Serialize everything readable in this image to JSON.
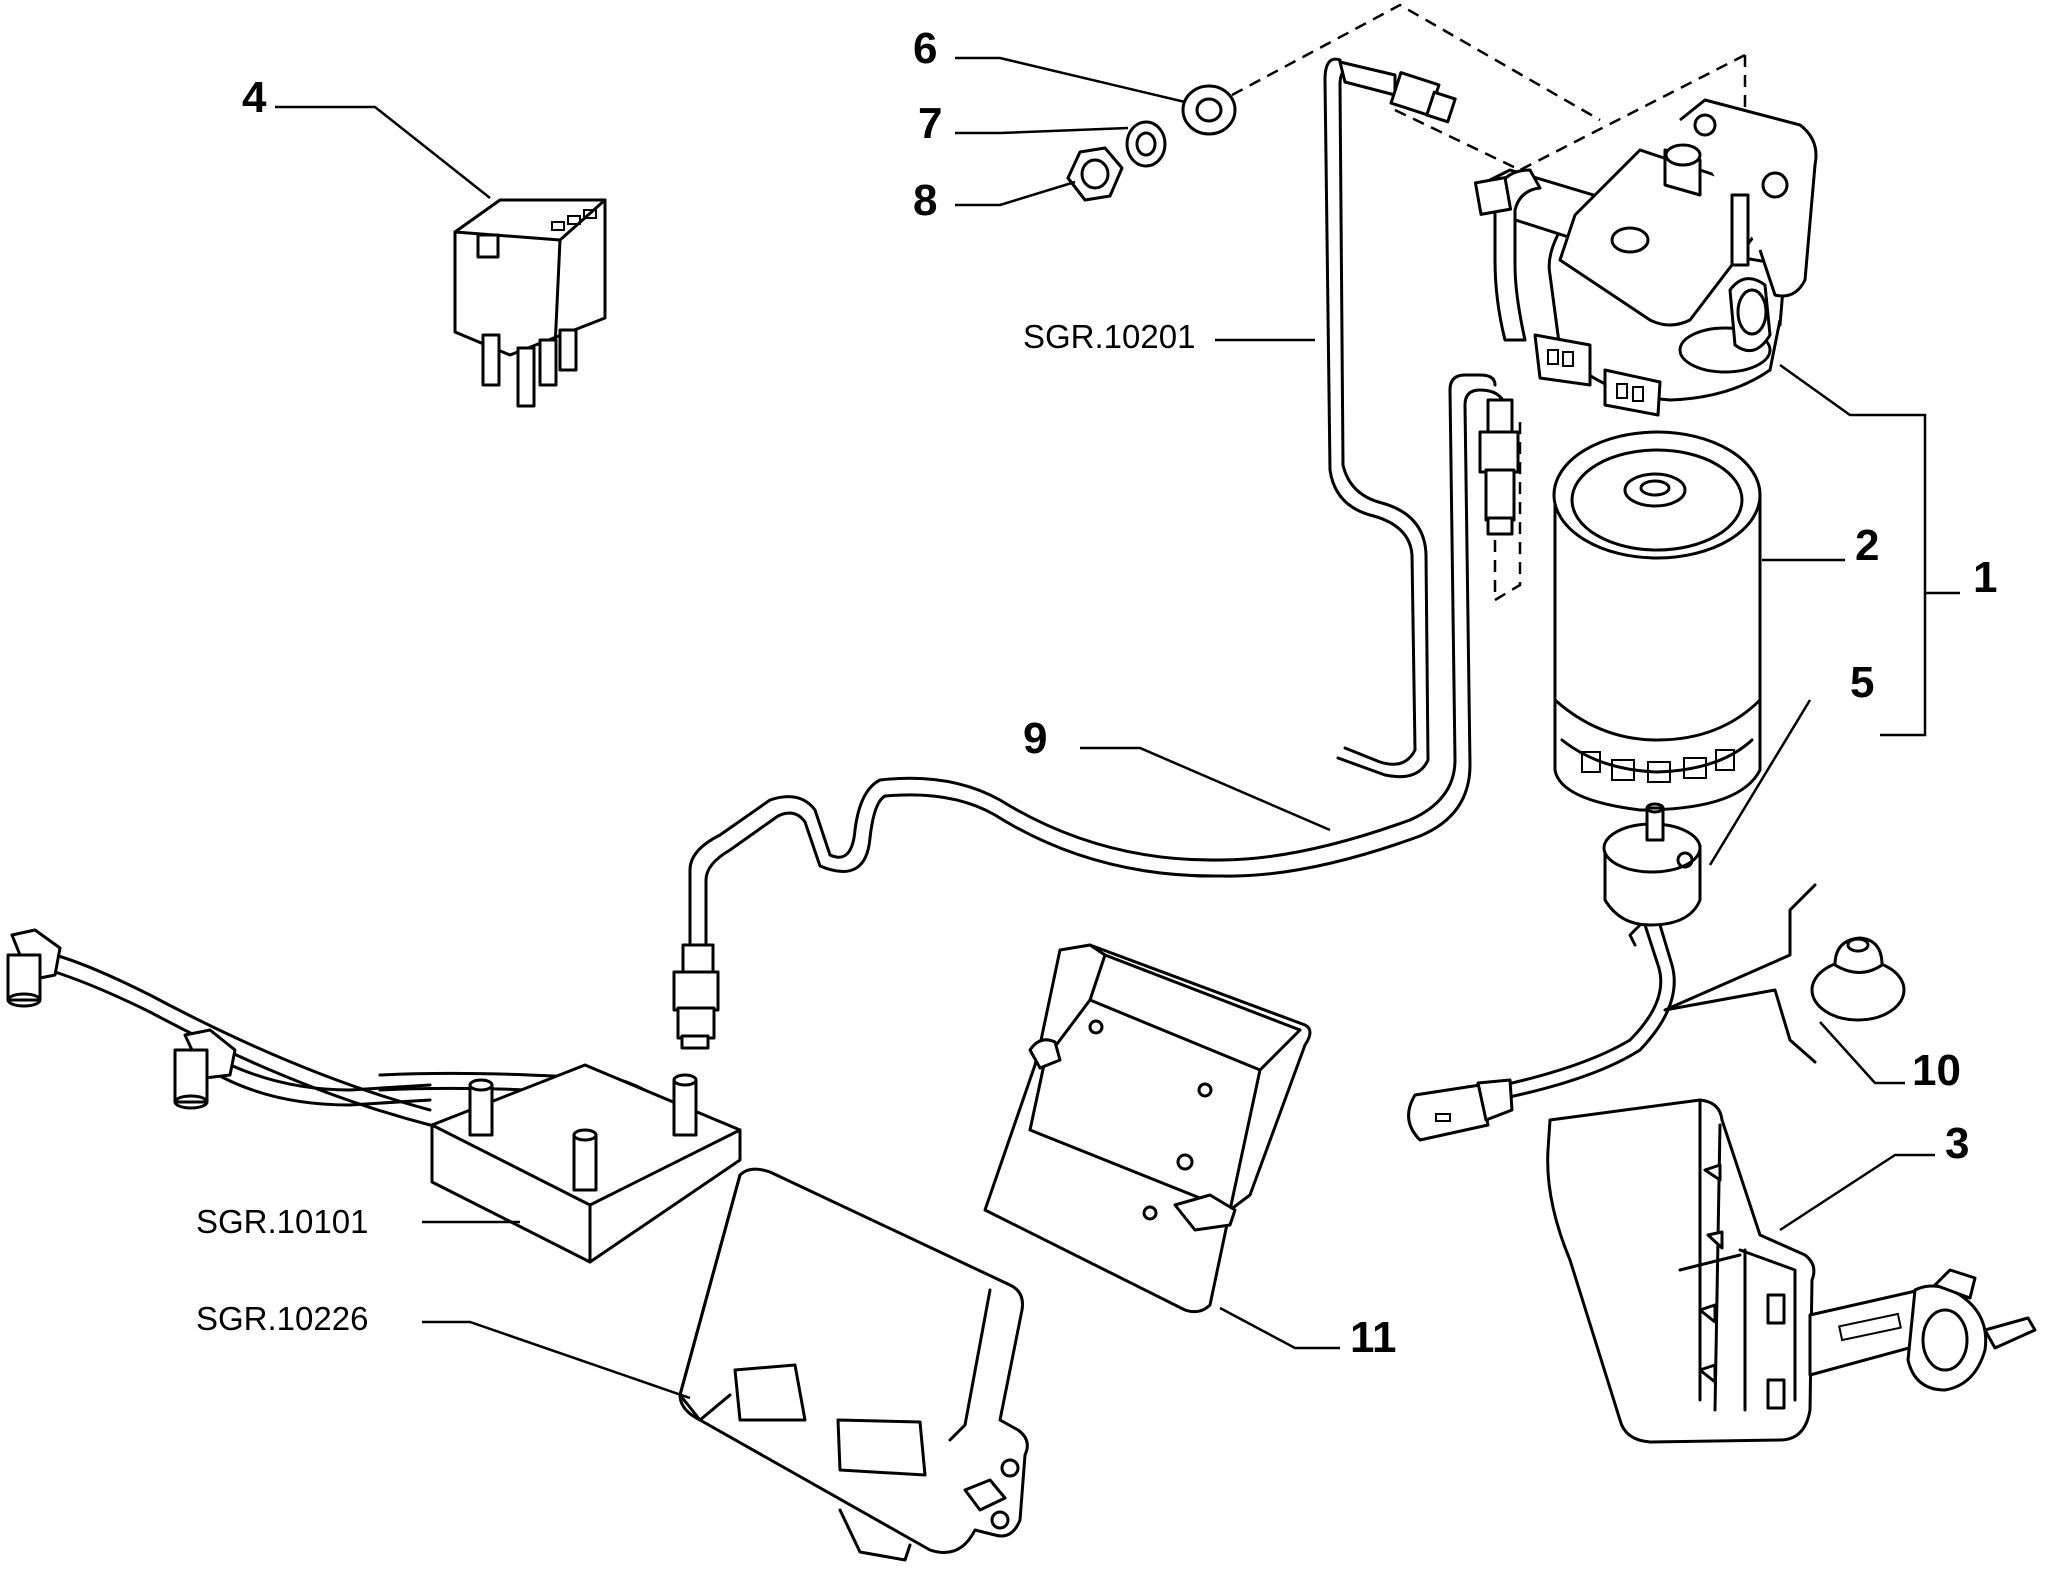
{
  "callouts": {
    "c1": "1",
    "c2": "2",
    "c3": "3",
    "c4": "4",
    "c5": "5",
    "c6": "6",
    "c7": "7",
    "c8": "8",
    "c9": "9",
    "c10": "10",
    "c11": "11"
  },
  "references": {
    "sgr_10201": "SGR.10201",
    "sgr_10101": "SGR.10101",
    "sgr_10226": "SGR.10226"
  }
}
